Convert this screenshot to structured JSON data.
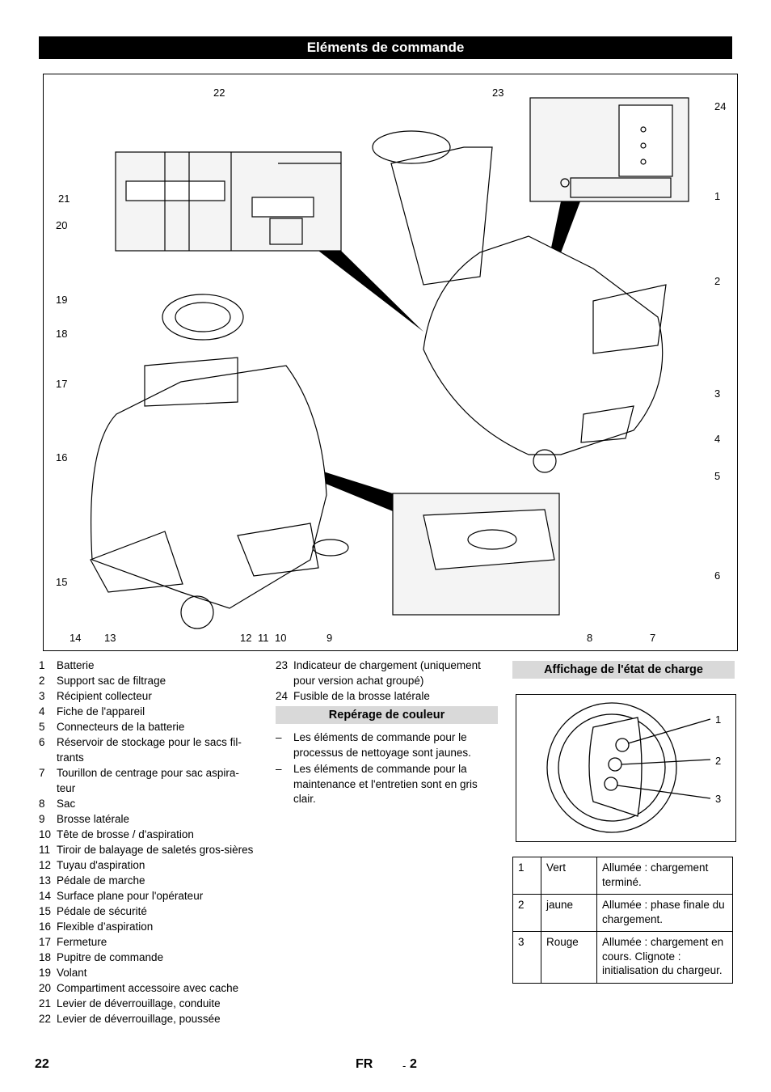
{
  "header": {
    "title": "Eléments de commande"
  },
  "figure_callouts": [
    "1",
    "2",
    "3",
    "4",
    "5",
    "6",
    "7",
    "8",
    "9",
    "10",
    "11",
    "12",
    "13",
    "14",
    "15",
    "16",
    "17",
    "18",
    "19",
    "20",
    "21",
    "22",
    "23",
    "24"
  ],
  "parts_col1": [
    {
      "num": "1",
      "text": "Batterie"
    },
    {
      "num": "2",
      "text": "Support sac de filtrage"
    },
    {
      "num": "3",
      "text": "Récipient collecteur"
    },
    {
      "num": "4",
      "text": "Fiche de l'appareil"
    },
    {
      "num": "5",
      "text": "Connecteurs de la batterie"
    },
    {
      "num": "6",
      "text": "Réservoir de stockage pour le sacs fil-trants"
    },
    {
      "num": "7",
      "text": "Tourillon de centrage pour sac aspira-teur"
    },
    {
      "num": "8",
      "text": "Sac"
    },
    {
      "num": "9",
      "text": "Brosse latérale"
    },
    {
      "num": "10",
      "text": "Tête de brosse / d'aspiration"
    },
    {
      "num": "11",
      "text": "Tiroir de balayage de saletés gros-sières"
    },
    {
      "num": "12",
      "text": "Tuyau d'aspiration"
    },
    {
      "num": "13",
      "text": "Pédale de marche"
    },
    {
      "num": "14",
      "text": "Surface plane pour l'opérateur"
    },
    {
      "num": "15",
      "text": "Pédale de sécurité"
    },
    {
      "num": "16",
      "text": "Flexible d’aspiration"
    },
    {
      "num": "17",
      "text": "Fermeture"
    },
    {
      "num": "18",
      "text": "Pupitre de commande"
    },
    {
      "num": "19",
      "text": "Volant"
    },
    {
      "num": "20",
      "text": "Compartiment accessoire avec cache"
    },
    {
      "num": "21",
      "text": "Levier de déverrouillage, conduite"
    },
    {
      "num": "22",
      "text": "Levier de déverrouillage, poussée"
    }
  ],
  "parts_col2": [
    {
      "num": "23",
      "text": "Indicateur de chargement (uniquement pour version achat groupé)"
    },
    {
      "num": "24",
      "text": "Fusible de la brosse latérale"
    }
  ],
  "color_section": {
    "title": "Repérage de couleur",
    "items": [
      "Les éléments de commande pour le processus de nettoyage sont jaunes.",
      "Les éléments de commande pour la maintenance et l'entretien sont en gris clair."
    ]
  },
  "charge_section": {
    "title": "Affichage de l'état de charge",
    "callouts": [
      "1",
      "2",
      "3"
    ],
    "rows": [
      {
        "num": "1",
        "color": "Vert",
        "meaning": "Allumée : chargement terminé."
      },
      {
        "num": "2",
        "color": "jaune",
        "meaning": "Allumée : phase finale du chargement."
      },
      {
        "num": "3",
        "color": "Rouge",
        "meaning": "Allumée : chargement en cours. Clignote : initialisation du chargeur."
      }
    ]
  },
  "footer": {
    "page": "22",
    "lang": "FR",
    "sep": "-",
    "sub": "2"
  }
}
